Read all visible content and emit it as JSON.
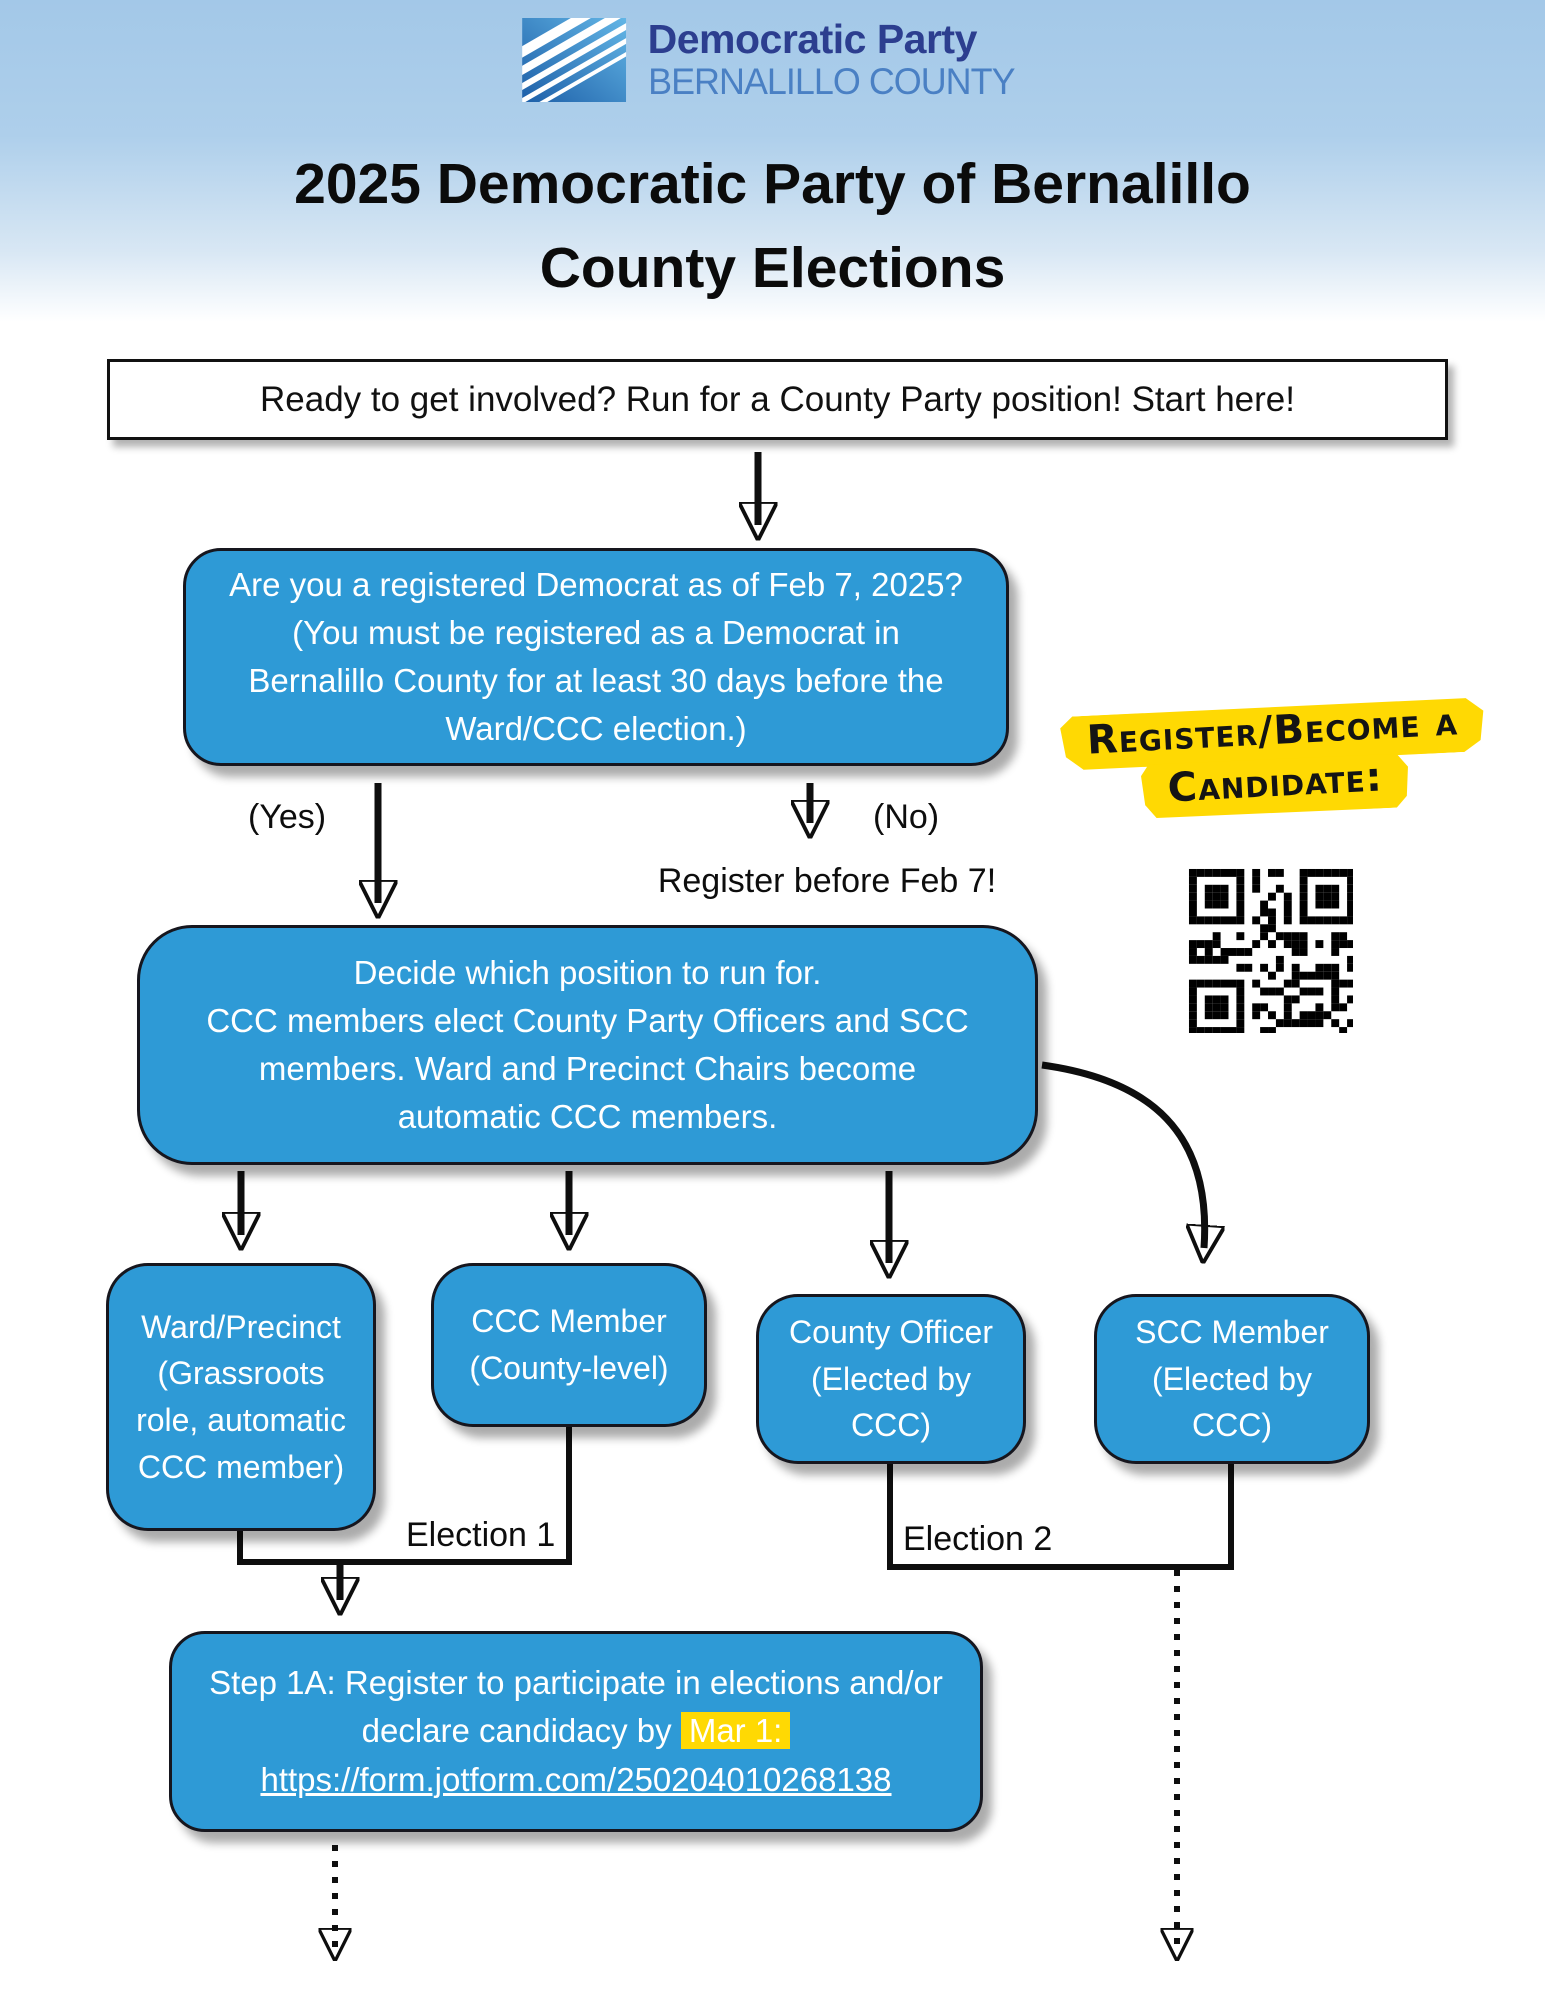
{
  "colors": {
    "box_blue": "#2E9AD6",
    "header_blue": "#A3C8E8",
    "logo_navy": "#2C3E8F",
    "logo_light_blue": "#4A80C4",
    "highlight_yellow": "#FFD903",
    "box_text": "#FFFFFF",
    "outline_black": "#111111"
  },
  "header": {
    "logo_name": "Democratic Party",
    "logo_subtitle": "BERNALILLO COUNTY",
    "title_line1": "2025 Democratic Party of Bernalillo",
    "title_line2": "County Elections"
  },
  "intro_banner": "Ready to get involved? Run for a County Party position! Start here!",
  "question_box": "Are you a registered Democrat as of Feb 7, 2025? (You must be registered as a Democrat in Bernalillo County for at least 30 days before the Ward/CCC election.)",
  "yes_label": "(Yes)",
  "no_label": "(No)",
  "no_action": "Register before Feb 7!",
  "register_callout": {
    "line1": "Register/Become a",
    "line2": "Candidate:"
  },
  "decision_box": {
    "line1": "Decide which position to run for.",
    "line2": "CCC members elect County Party Officers and SCC members. Ward and Precinct Chairs become automatic CCC members."
  },
  "positions": {
    "ward": "Ward/Precinct (Grassroots role, automatic CCC member)",
    "ccc": "CCC Member (County-level)",
    "officer": "County Officer (Elected by CCC)",
    "scc": "SCC Member (Elected by CCC)"
  },
  "election1_label": "Election 1",
  "election2_label": "Election 2",
  "step1a": {
    "text": "Step 1A: Register to participate in elections and/or declare candidacy by ",
    "deadline": "Mar 1:",
    "link": "https://form.jotform.com/250204010268138"
  }
}
